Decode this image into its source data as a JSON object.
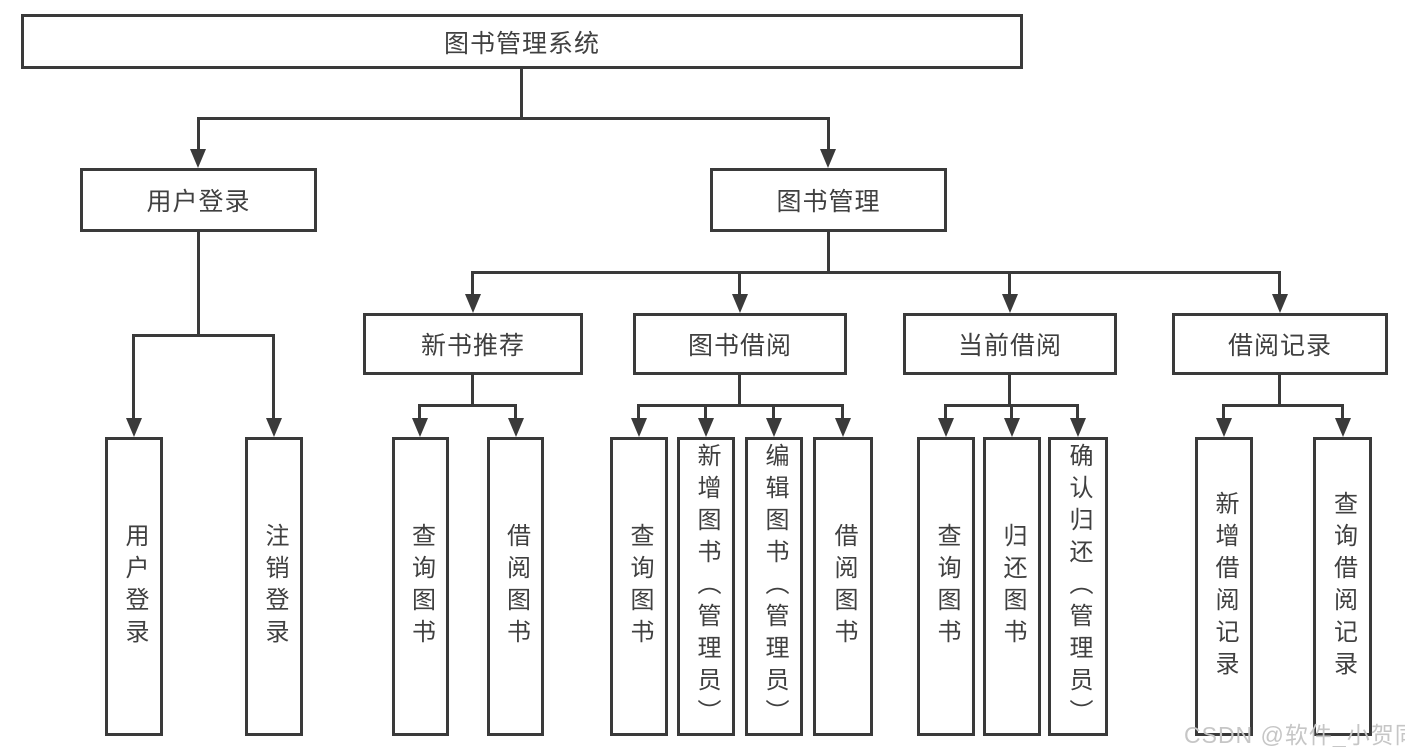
{
  "diagram": {
    "type": "tree",
    "line_color": "#3a3a3a",
    "text_color": "#404040",
    "background": "#ffffff",
    "root": {
      "label": "图书管理系统"
    },
    "level2": [
      {
        "label": "用户登录"
      },
      {
        "label": "图书管理"
      }
    ],
    "level3": [
      {
        "label": "新书推荐",
        "parent": "图书管理"
      },
      {
        "label": "图书借阅",
        "parent": "图书管理"
      },
      {
        "label": "当前借阅",
        "parent": "图书管理"
      },
      {
        "label": "借阅记录",
        "parent": "图书管理"
      }
    ],
    "leaves": [
      {
        "label": "用户登录",
        "parent": "用户登录"
      },
      {
        "label": "注销登录",
        "parent": "用户登录"
      },
      {
        "label": "查询图书",
        "parent": "新书推荐"
      },
      {
        "label": "借阅图书",
        "parent": "新书推荐"
      },
      {
        "label": "查询图书",
        "parent": "图书借阅"
      },
      {
        "label": "新增图书（管理员）",
        "parent": "图书借阅"
      },
      {
        "label": "编辑图书（管理员）",
        "parent": "图书借阅"
      },
      {
        "label": "借阅图书",
        "parent": "图书借阅"
      },
      {
        "label": "查询图书",
        "parent": "当前借阅"
      },
      {
        "label": "归还图书",
        "parent": "当前借阅"
      },
      {
        "label": "确认归还（管理员）",
        "parent": "当前借阅"
      },
      {
        "label": "新增借阅记录",
        "parent": "借阅记录"
      },
      {
        "label": "查询借阅记录",
        "parent": "借阅记录"
      }
    ]
  },
  "watermark": {
    "text": "CSDN @软件_小贺同学",
    "color": "#c6c6c6"
  }
}
